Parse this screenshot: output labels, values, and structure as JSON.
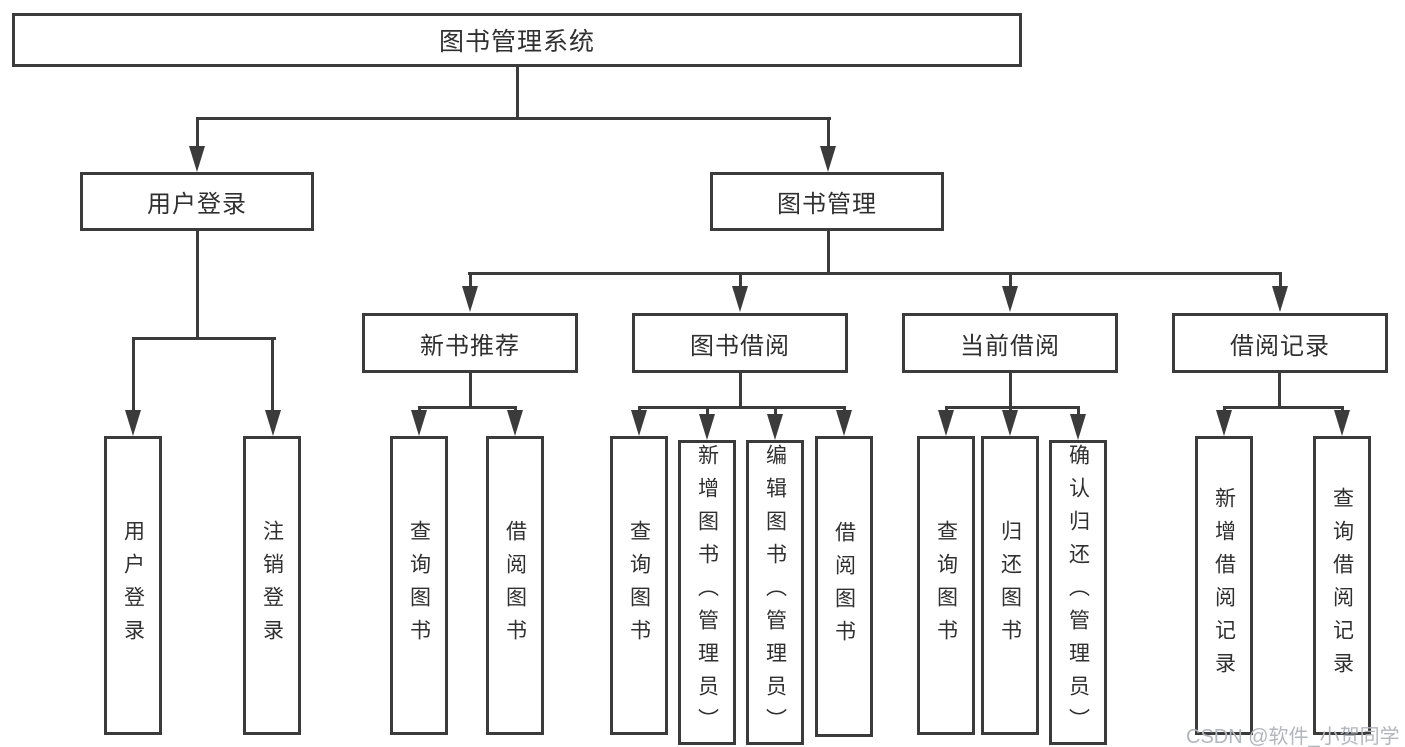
{
  "colors": {
    "line": "#3b3b3b",
    "text": "#303030",
    "bg": "#ffffff",
    "watermark": "#b2b6bd"
  },
  "nodes": {
    "root": "图书管理系统",
    "login": "用户登录",
    "mgmt": "图书管理",
    "rec": "新书推荐",
    "borrow": "图书借阅",
    "current": "当前借阅",
    "record": "借阅记录",
    "leaves_login": [
      "用户登录",
      "注销登录"
    ],
    "leaves_rec": [
      "查询图书",
      "借阅图书"
    ],
    "leaves_borrow": [
      "查询图书",
      "新增图书（管理员）",
      "编辑图书（管理员）",
      "借阅图书"
    ],
    "leaves_current": [
      "查询图书",
      "归还图书",
      "确认归还（管理员）"
    ],
    "leaves_record": [
      "新增借阅记录",
      "查询借阅记录"
    ]
  },
  "watermark": "CSDN @软件_小贺同学"
}
